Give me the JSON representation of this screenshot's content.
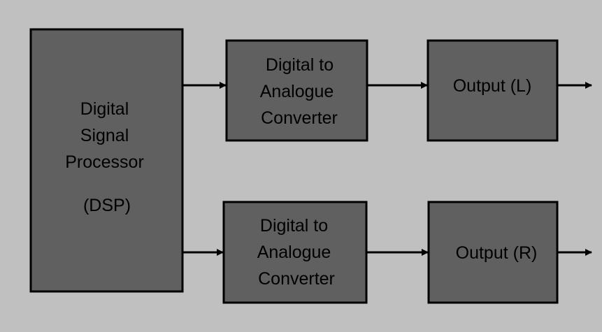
{
  "colors": {
    "background": "#c0c0c0",
    "block_fill": "#606060",
    "block_stroke": "#000000",
    "arrow": "#000000",
    "text": "#000000"
  },
  "dsp": {
    "line1": "Digital",
    "line2": "Signal",
    "line3": "Processor",
    "line4": "(DSP)"
  },
  "dac_top": {
    "line1": "Digital to",
    "line2": "Analogue",
    "line3": "Converter"
  },
  "dac_bottom": {
    "line1": "Digital to",
    "line2": "Analogue",
    "line3": "Converter"
  },
  "output_left": {
    "label": "Output (L)"
  },
  "output_right": {
    "label": "Output (R)"
  }
}
